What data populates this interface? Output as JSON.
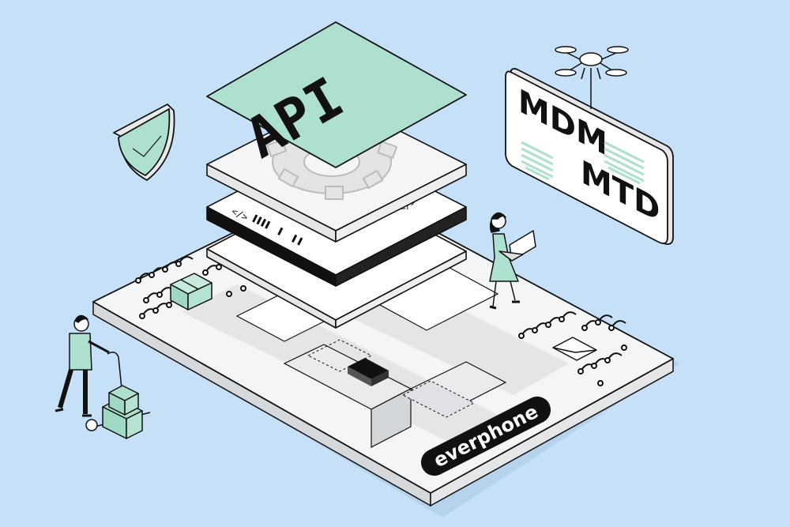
{
  "scene": {
    "api_label": "API",
    "mdm_label": "MDM",
    "mtd_label": "MTD",
    "brand": "everphone",
    "code_tag_left": "</>",
    "code_tag_right": "</>"
  },
  "colors": {
    "background": "#c5e0f7",
    "mint": "#aee0cf",
    "ink": "#111111",
    "panel": "#f4f5f6",
    "panel_shade": "#d9dcdf"
  },
  "icons": [
    "shield-icon",
    "drone-icon",
    "gear-icon",
    "package-icon",
    "envelope-icon",
    "laptop-icon",
    "hand-truck-icon"
  ]
}
